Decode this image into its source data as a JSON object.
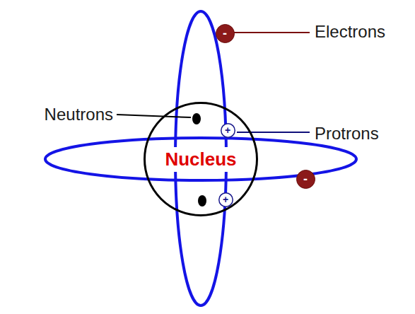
{
  "diagram": {
    "nodes": [
      {
        "text": [
          "-"
        ]
      },
      {
        "text": [
          "Nucleus"
        ]
      },
      {
        "text": [
          "+"
        ],
        "in": 1
      },
      {
        "text": [
          "-"
        ]
      },
      {
        "text": [
          "+"
        ],
        "in": 1
      }
    ],
    "labels": [
      "Electrons",
      "Neutrons",
      "Protrons"
    ]
  }
}
